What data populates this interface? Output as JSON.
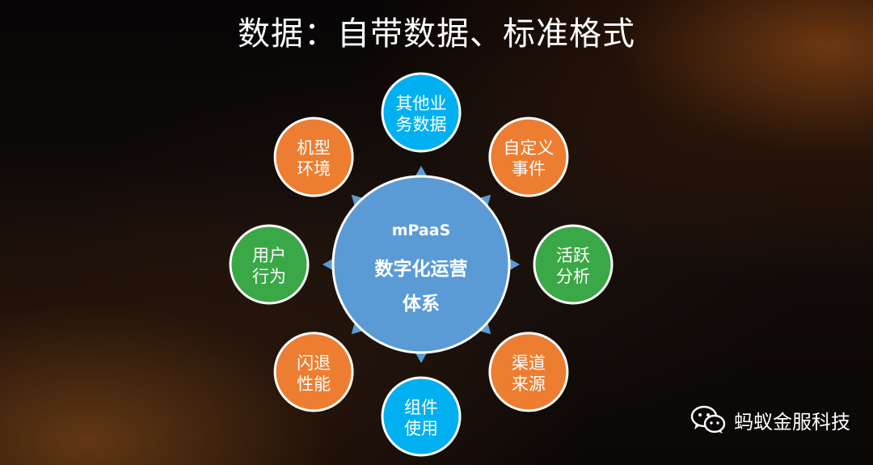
{
  "title": "数据：自带数据、标准格式",
  "center": {
    "lines": [
      "mPaaS",
      "数字化运营",
      "体系"
    ],
    "color": "#5b9bd5"
  },
  "nodes": [
    {
      "id": "other-business-data",
      "lines": [
        "其他业",
        "务数据"
      ],
      "color": "#00b0f0"
    },
    {
      "id": "custom-events",
      "lines": [
        "自定义",
        "事件"
      ],
      "color": "#ed7d31"
    },
    {
      "id": "active-analysis",
      "lines": [
        "活跃",
        "分析"
      ],
      "color": "#3aa846"
    },
    {
      "id": "channel-source",
      "lines": [
        "渠道",
        "来源"
      ],
      "color": "#ed7d31"
    },
    {
      "id": "component-usage",
      "lines": [
        "组件",
        "使用"
      ],
      "color": "#00b0f0"
    },
    {
      "id": "crash-performance",
      "lines": [
        "闪退",
        "性能"
      ],
      "color": "#ed7d31"
    },
    {
      "id": "user-behavior",
      "lines": [
        "用户",
        "行为"
      ],
      "color": "#3aa846"
    },
    {
      "id": "device-environment",
      "lines": [
        "机型",
        "环境"
      ],
      "color": "#ed7d31"
    }
  ],
  "arrow_color": "#5b9bd5",
  "watermark": {
    "icon": "wechat-icon",
    "text": "蚂蚁金服科技"
  }
}
